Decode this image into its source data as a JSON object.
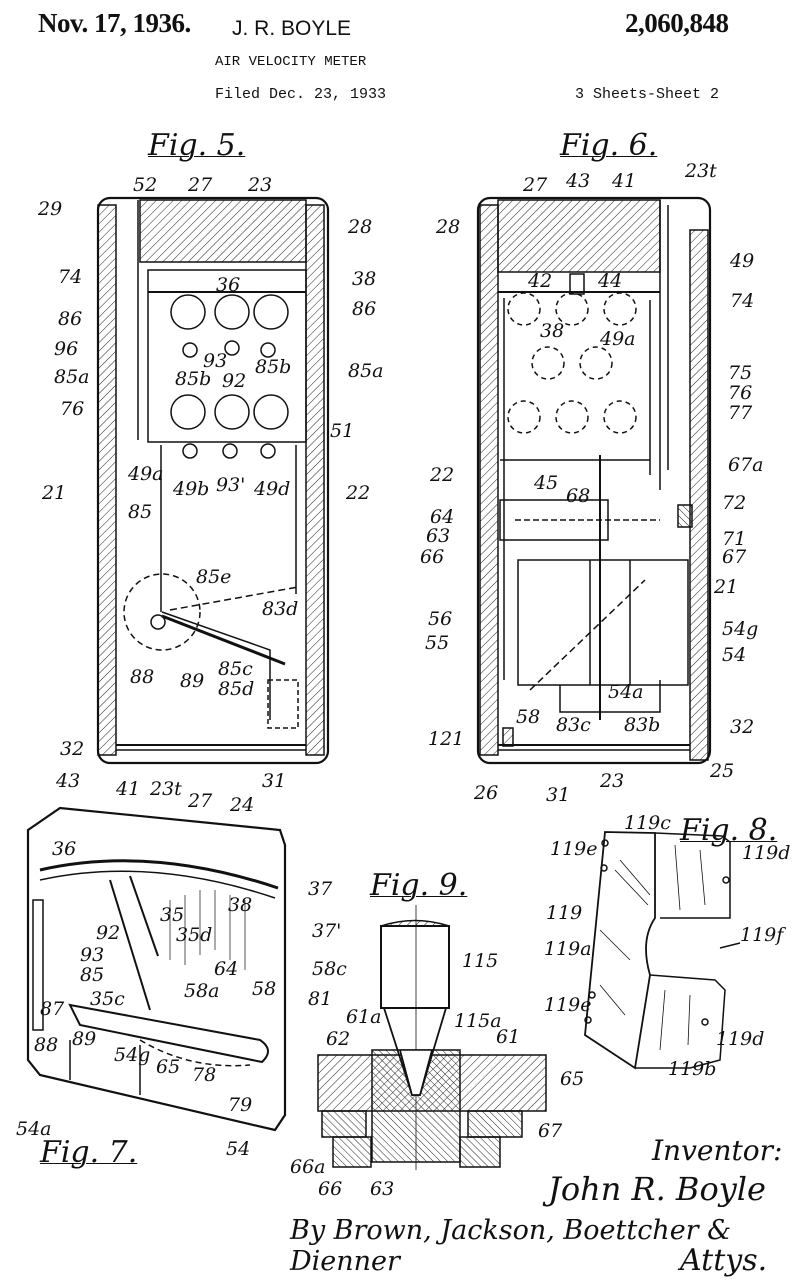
{
  "header": {
    "date": "Nov. 17, 1936.",
    "inventor": "J. R. BOYLE",
    "patent_number": "2,060,848",
    "title": "AIR VELOCITY METER",
    "filed": "Filed Dec. 23, 1933",
    "sheets": "3 Sheets-Sheet 2"
  },
  "figures": {
    "fig5": {
      "title": "Fig. 5.",
      "labels": [
        "52",
        "27",
        "23",
        "29",
        "28",
        "74",
        "38",
        "36",
        "86",
        "86",
        "96",
        "93",
        "85a",
        "85b",
        "85b",
        "85a",
        "92",
        "76",
        "51",
        "49a",
        "49b",
        "93'",
        "49d",
        "21",
        "22",
        "85",
        "85e",
        "83d",
        "88",
        "89",
        "85c",
        "85d",
        "32",
        "31"
      ]
    },
    "fig6": {
      "title": "Fig. 6.",
      "labels": [
        "27",
        "43",
        "41",
        "23t",
        "28",
        "49",
        "42",
        "44",
        "74",
        "38",
        "49a",
        "75",
        "76",
        "77",
        "22",
        "67a",
        "45",
        "68",
        "72",
        "64",
        "63",
        "71",
        "66",
        "67",
        "21",
        "56",
        "54g",
        "55",
        "54",
        "54a",
        "58",
        "83c",
        "83b",
        "121",
        "32",
        "26",
        "31",
        "23",
        "25"
      ]
    },
    "fig7": {
      "title": "Fig. 7.",
      "labels": [
        "43",
        "41",
        "23t",
        "27",
        "24",
        "36",
        "38",
        "37",
        "37'",
        "35",
        "35d",
        "92",
        "93",
        "64",
        "58c",
        "58a",
        "58",
        "85",
        "81",
        "35c",
        "87",
        "88",
        "89",
        "54g",
        "65",
        "78",
        "79",
        "54a",
        "54"
      ]
    },
    "fig8": {
      "title": "Fig. 8.",
      "labels": [
        "119c",
        "119e",
        "119d",
        "119",
        "119f",
        "119a",
        "119e",
        "119d",
        "119b"
      ]
    },
    "fig9": {
      "title": "Fig. 9.",
      "labels": [
        "115",
        "61a",
        "115a",
        "62",
        "61",
        "65",
        "67",
        "66a",
        "66",
        "63"
      ]
    }
  },
  "signatures": {
    "inventor_label": "Inventor:",
    "inventor_name": "John R. Boyle",
    "attorneys": "By Brown, Jackson, Boettcher & Dienner",
    "attys_label": "Attys."
  }
}
